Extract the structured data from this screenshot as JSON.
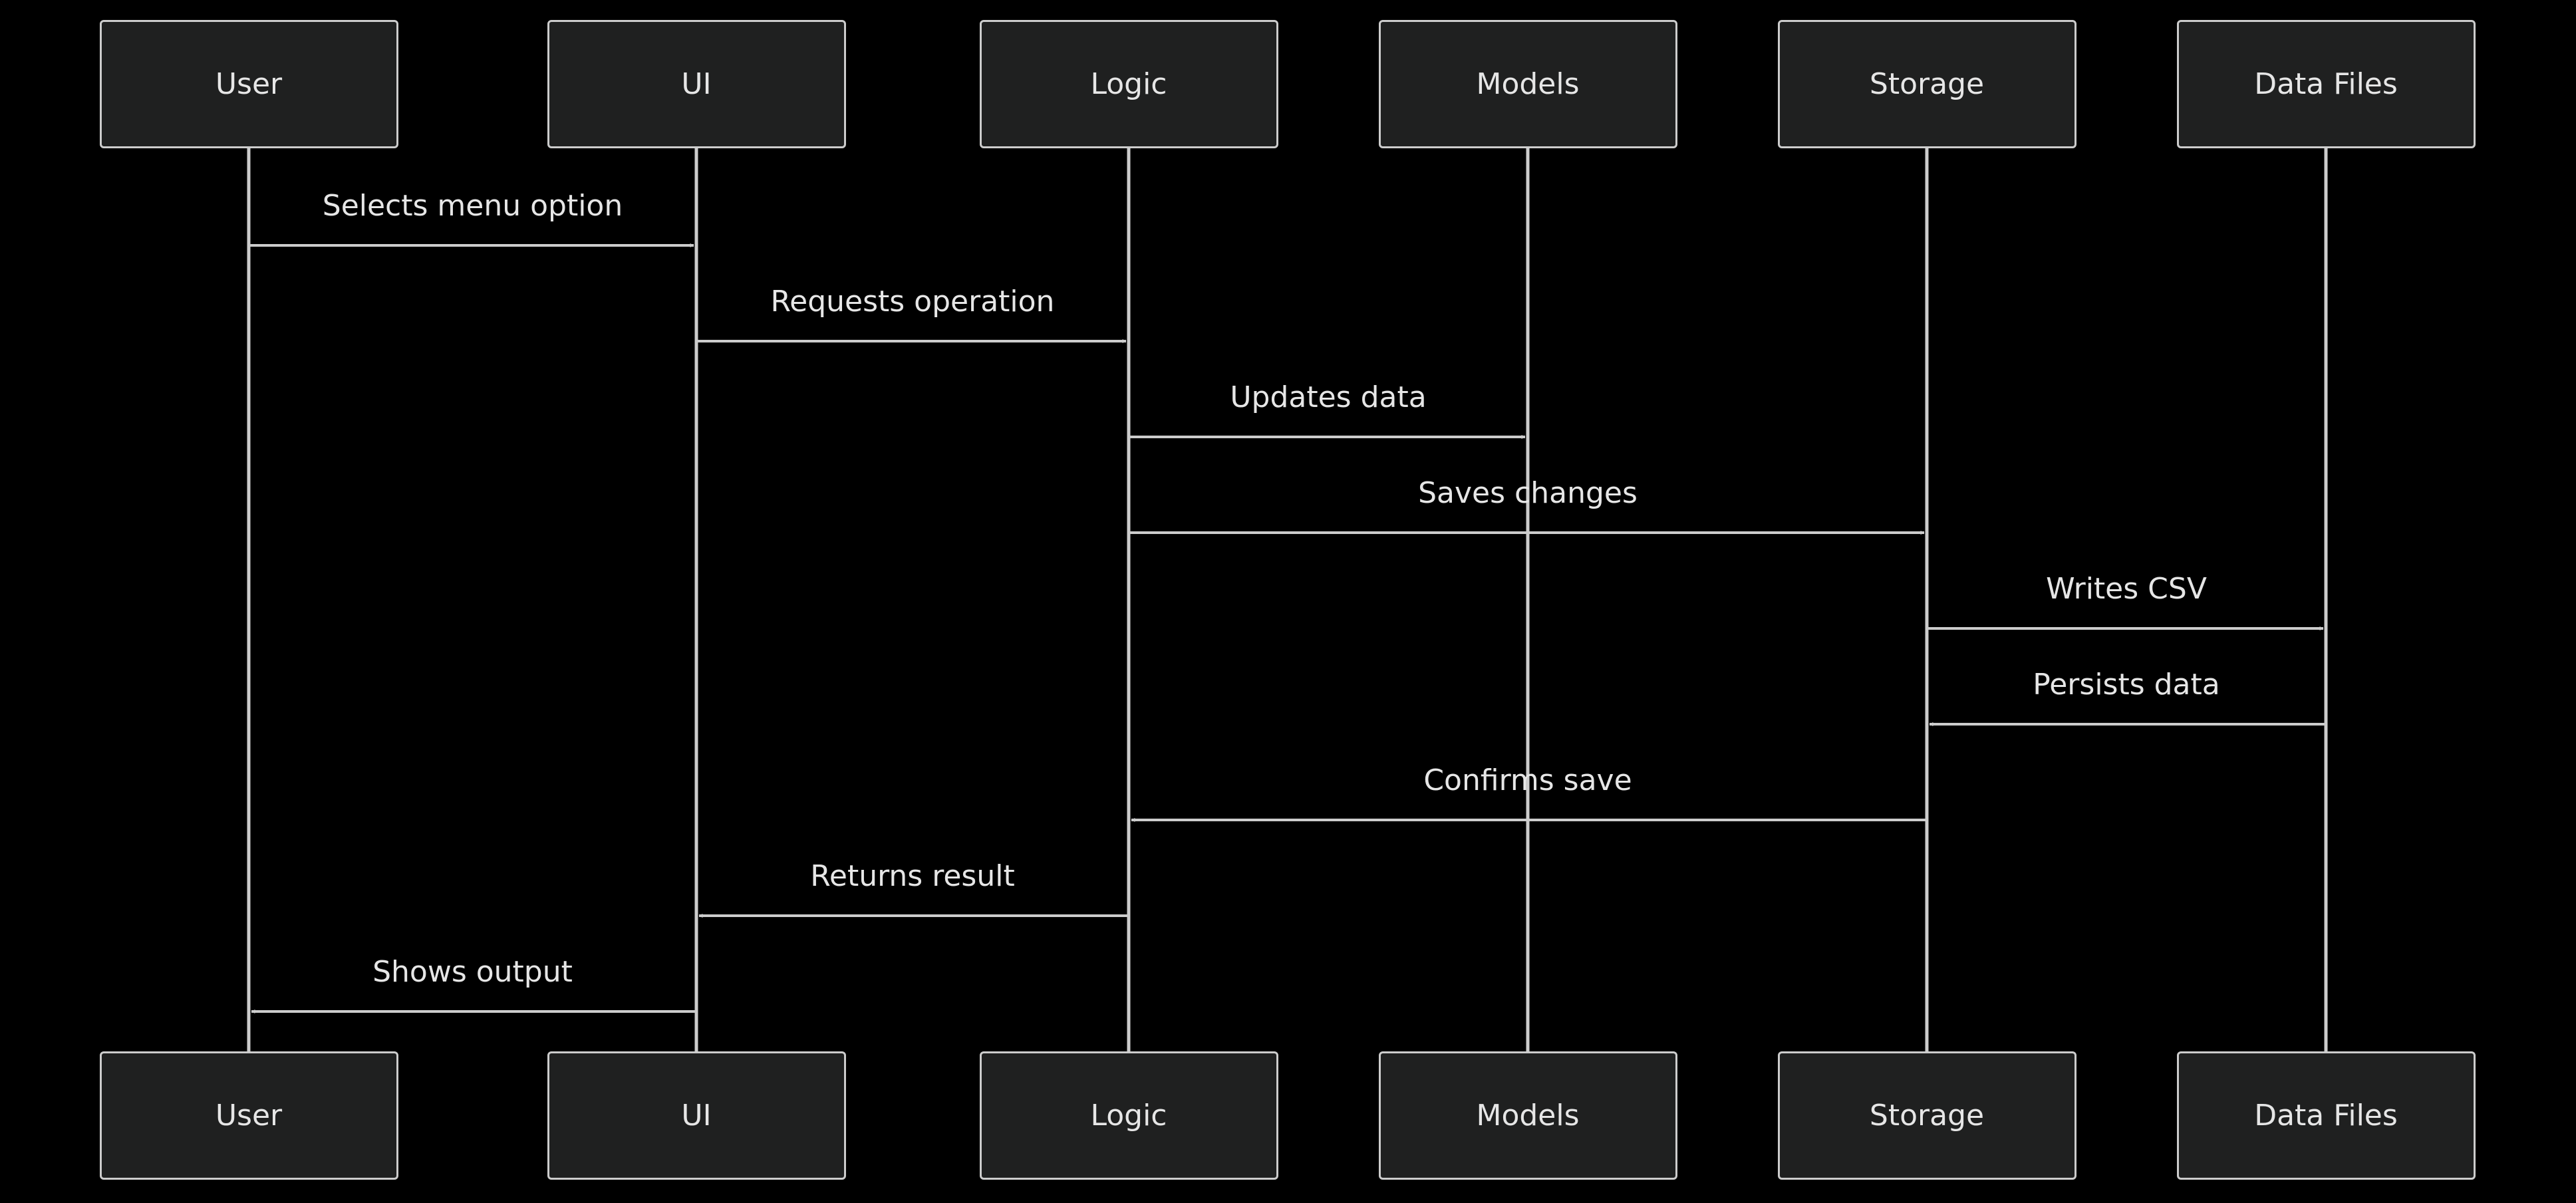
{
  "colors": {
    "background": "#000000",
    "actor_fill": "#1f2020",
    "actor_border": "#cccccc",
    "line": "#cccccc",
    "text": "#e6e6e6"
  },
  "participants": [
    "User",
    "UI",
    "Logic",
    "Models",
    "Storage",
    "Data Files"
  ],
  "messages": [
    {
      "from": 0,
      "to": 1,
      "label": "Selects menu option"
    },
    {
      "from": 1,
      "to": 2,
      "label": "Requests operation"
    },
    {
      "from": 2,
      "to": 3,
      "label": "Updates data"
    },
    {
      "from": 2,
      "to": 4,
      "label": "Saves changes"
    },
    {
      "from": 4,
      "to": 5,
      "label": "Writes CSV"
    },
    {
      "from": 5,
      "to": 4,
      "label": "Persists data"
    },
    {
      "from": 4,
      "to": 2,
      "label": "Confirms save"
    },
    {
      "from": 2,
      "to": 1,
      "label": "Returns result"
    },
    {
      "from": 1,
      "to": 0,
      "label": "Shows output"
    }
  ]
}
